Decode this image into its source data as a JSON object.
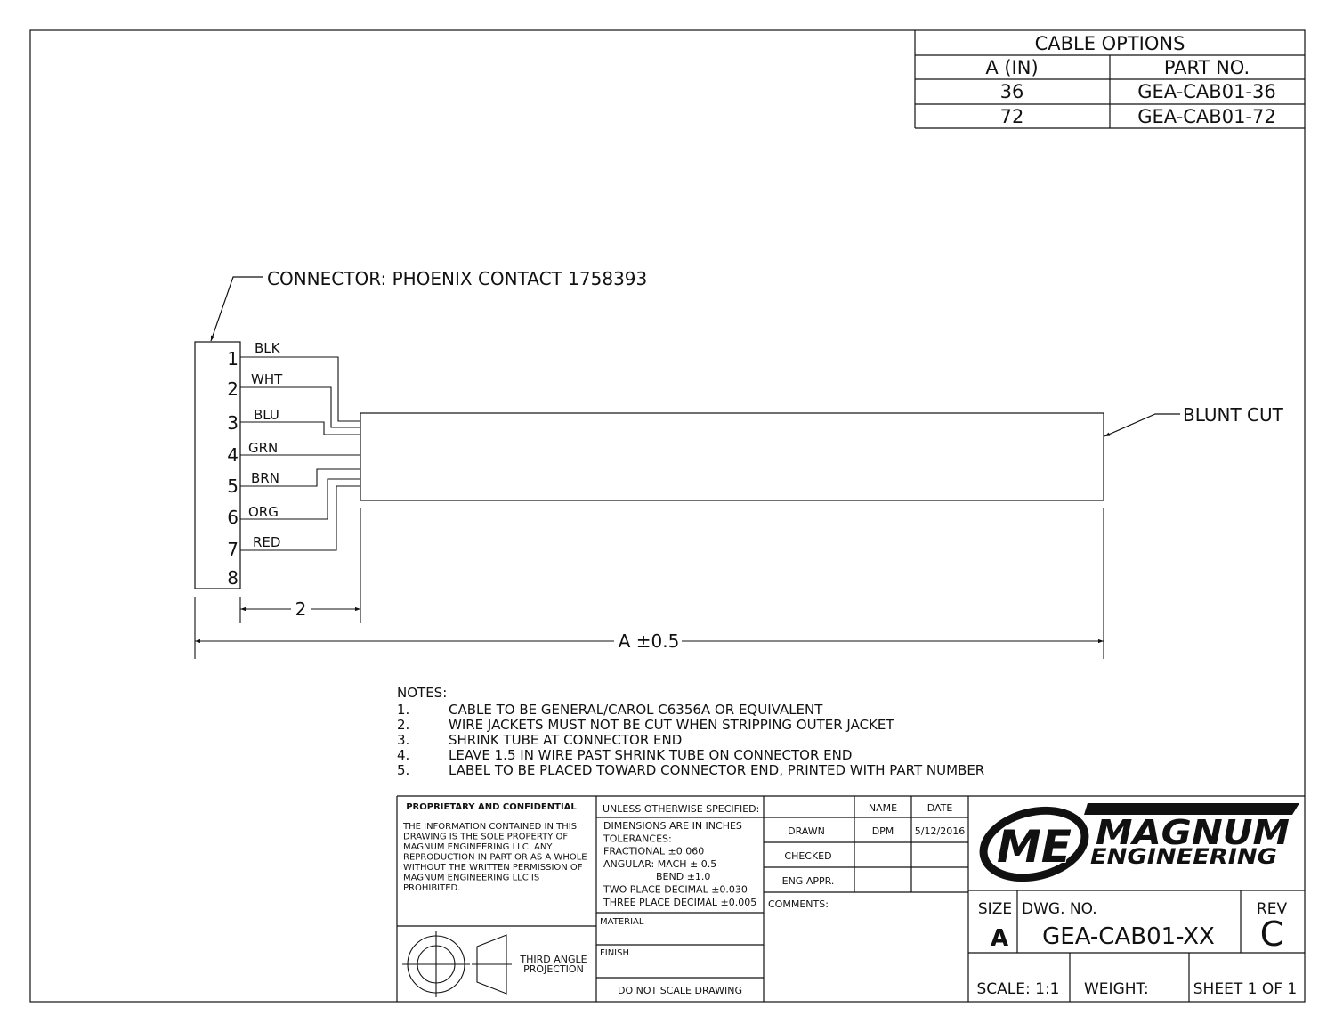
{
  "cable_options": {
    "title": "CABLE OPTIONS",
    "col_a": "A (IN)",
    "col_part": "PART NO.",
    "rows": [
      {
        "a": "36",
        "part": "GEA-CAB01-36"
      },
      {
        "a": "72",
        "part": "GEA-CAB01-72"
      }
    ]
  },
  "connector_label": "CONNECTOR: PHOENIX CONTACT 1758393",
  "blunt_cut_label": "BLUNT CUT",
  "pins": [
    "1",
    "2",
    "3",
    "4",
    "5",
    "6",
    "7",
    "8"
  ],
  "wires": [
    "BLK",
    "WHT",
    "BLU",
    "GRN",
    "BRN",
    "ORG",
    "RED"
  ],
  "dimensions": {
    "strip": "2",
    "overall": "A ±0.5"
  },
  "notes": {
    "heading": "NOTES:",
    "items": [
      {
        "num": "1.",
        "text": "CABLE TO BE GENERAL/CAROL C6356A OR EQUIVALENT"
      },
      {
        "num": "2.",
        "text": "WIRE JACKETS MUST NOT BE CUT WHEN STRIPPING OUTER JACKET"
      },
      {
        "num": "3.",
        "text": "SHRINK TUBE AT CONNECTOR END"
      },
      {
        "num": "4.",
        "text": "LEAVE 1.5 IN WIRE PAST SHRINK TUBE ON CONNECTOR END"
      },
      {
        "num": "5.",
        "text": "LABEL TO BE PLACED TOWARD CONNECTOR END, PRINTED WITH PART NUMBER"
      }
    ]
  },
  "title_block": {
    "proprietary_title": "PROPRIETARY AND CONFIDENTIAL",
    "proprietary_lines": [
      "THE INFORMATION CONTAINED IN THIS",
      "DRAWING IS THE SOLE PROPERTY OF",
      "MAGNUM ENGINEERING LLC.  ANY",
      "REPRODUCTION IN PART OR AS A WHOLE",
      "WITHOUT THE WRITTEN PERMISSION OF",
      "MAGNUM ENGINEERING LLC IS",
      "PROHIBITED."
    ],
    "projection_lines": [
      "THIRD ANGLE",
      "PROJECTION"
    ],
    "unless_specified": "UNLESS OTHERWISE SPECIFIED:",
    "tolerance_lines": [
      "DIMENSIONS ARE IN INCHES",
      "TOLERANCES:",
      "FRACTIONAL ±0.060",
      "ANGULAR: MACH ±  0.5",
      "BEND  ±1.0",
      "TWO PLACE DECIMAL    ±0.030",
      "THREE PLACE DECIMAL  ±0.005"
    ],
    "material": "MATERIAL",
    "finish": "FINISH",
    "do_not_scale": "DO NOT SCALE DRAWING",
    "name_header": "NAME",
    "date_header": "DATE",
    "drawn": "DRAWN",
    "drawn_name": "DPM",
    "drawn_date": "5/12/2016",
    "checked": "CHECKED",
    "eng_appr": "ENG APPR.",
    "comments": "COMMENTS:",
    "logo_text_1": "MAGNUM",
    "logo_text_2": "ENGINEERING",
    "size_label": "SIZE",
    "size_value": "A",
    "dwg_no_label": "DWG.  NO.",
    "dwg_no": "GEA-CAB01-XX",
    "rev_label": "REV",
    "rev_value": "C",
    "scale": "SCALE: 1:1",
    "weight": "WEIGHT:",
    "sheet": "SHEET 1 OF 1"
  }
}
